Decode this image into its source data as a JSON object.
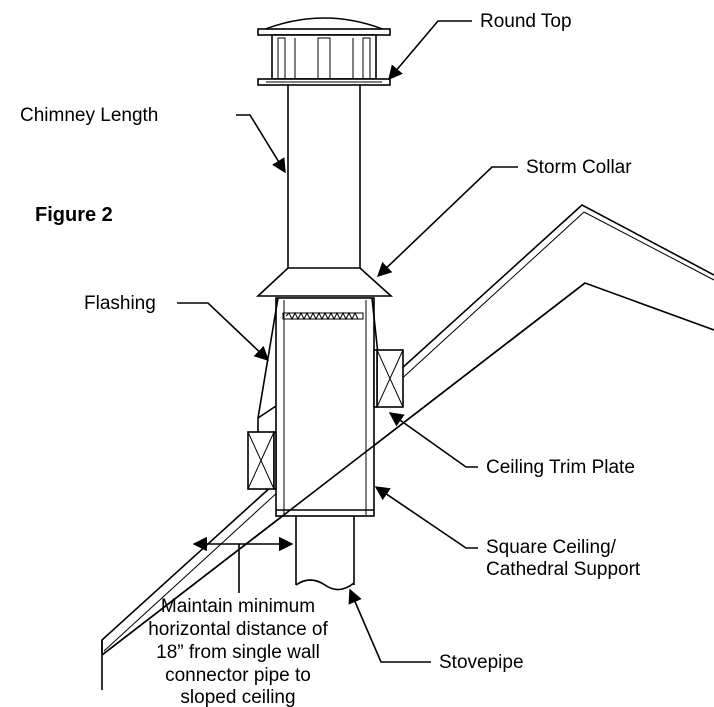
{
  "figure_label": "Figure 2",
  "labels": {
    "round_top": "Round Top",
    "chimney_length": "Chimney Length",
    "storm_collar": "Storm Collar",
    "flashing": "Flashing",
    "ceiling_trim_plate": "Ceiling Trim Plate",
    "square_ceiling_support": [
      "Square Ceiling/",
      "Cathedral Support"
    ],
    "stovepipe": "Stovepipe",
    "clearance_note": [
      "Maintain minimum",
      "horizontal distance of",
      "18” from single wall",
      "connector pipe to",
      "sloped ceiling"
    ]
  }
}
